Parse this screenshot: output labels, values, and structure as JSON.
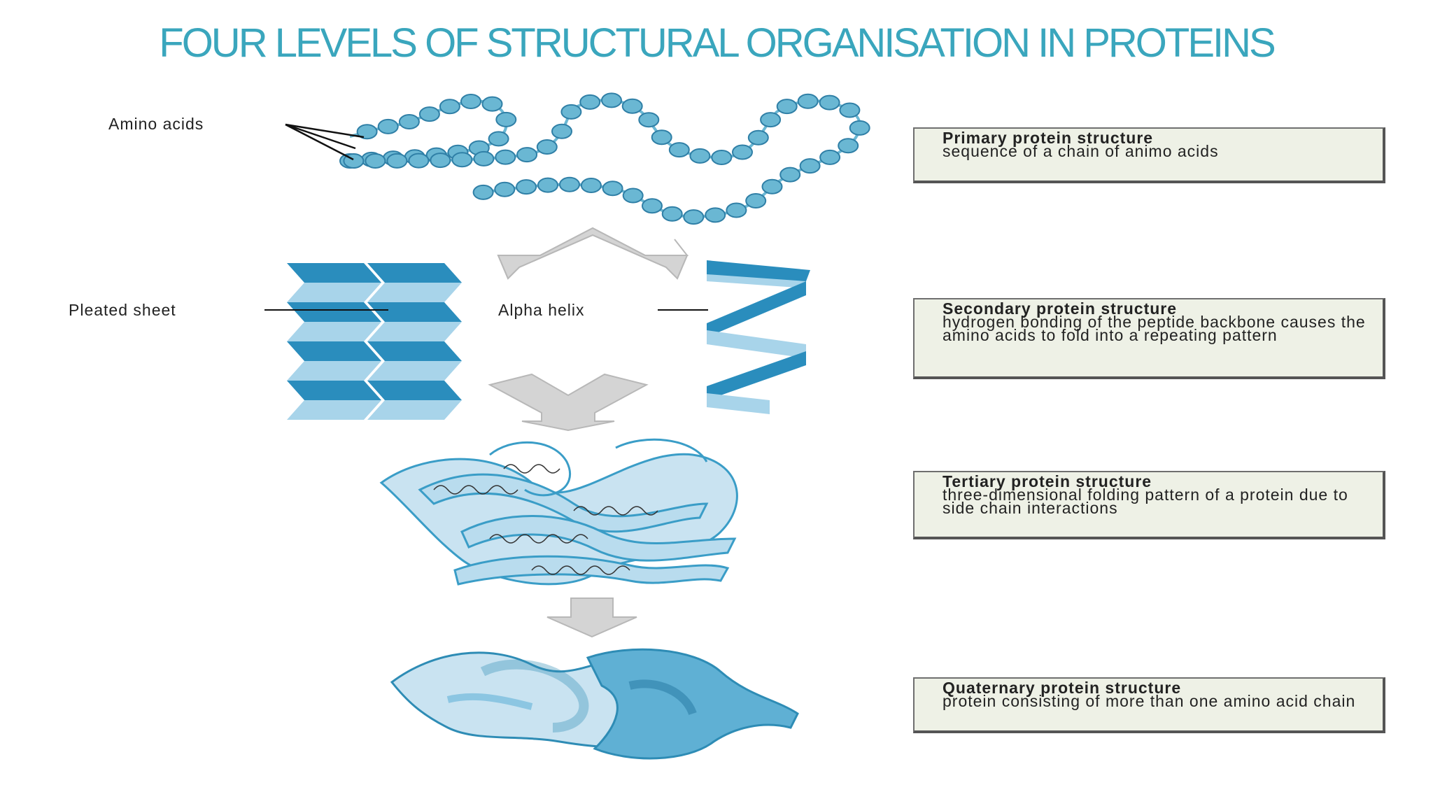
{
  "title": "FOUR LEVELS OF STRUCTURAL ORGANISATION IN PROTEINS",
  "labels": {
    "amino_acids": "Amino acids",
    "pleated_sheet": "Pleated sheet",
    "alpha_helix": "Alpha helix"
  },
  "levels": [
    {
      "heading": "Primary protein structure",
      "description": "sequence of a chain of animo acids"
    },
    {
      "heading": "Secondary protein structure",
      "description": "hydrogen bonding of the peptide backbone causes the amino acids to fold into a repeating pattern"
    },
    {
      "heading": "Tertiary protein structure",
      "description": "three-dimensional folding pattern of a protein due to side chain interactions"
    },
    {
      "heading": "Quaternary protein structure",
      "description": "protein consisting of more than one amino acid chain"
    }
  ],
  "colors": {
    "title": "#3aa6bd",
    "bead": "#6ab7d3",
    "dark_blue": "#2a8dbd",
    "light_blue": "#a8d4ea",
    "arrow_gray": "#d4d4d4",
    "box_fill": "#eef1e6"
  }
}
